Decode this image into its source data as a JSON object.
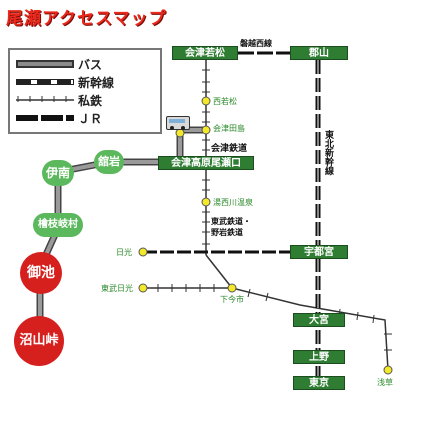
{
  "title": "尾瀬アクセスマップ",
  "legend": [
    {
      "label": "バス",
      "icon": "bus-line-swatch"
    },
    {
      "label": "新幹線",
      "icon": "shinkansen-line-swatch"
    },
    {
      "label": "私鉄",
      "icon": "private-railway-swatch"
    },
    {
      "label": "ＪＲ",
      "icon": "jr-line-swatch"
    }
  ],
  "stations": {
    "aizu_wakamatsu": "会津若松",
    "koriyama": "郡山",
    "aizu_kogen": "会津高原尾瀬口",
    "utsunomiya": "宇都宮",
    "omiya": "大宮",
    "ueno": "上野",
    "tokyo": "東京"
  },
  "small_stations": {
    "nishiwakamatsu": "西若松",
    "aizu_tajima": "会津田島",
    "yunishigawa": "湯西川温泉",
    "nikko": "日光",
    "tobu_nikko": "東武日光",
    "shimoimaichi": "下今市",
    "asakusa": "浅草"
  },
  "line_labels": {
    "banetsu_west": "磐越西線",
    "aizu_railway": "会津鉄道",
    "tobu_yagan": "東武鉄道・野岩鉄道",
    "tohoku_shinkansen": "東北新幹線"
  },
  "bus_stops": {
    "tateiwa": "舘岩",
    "inan": "伊南",
    "hinoemata": "檜枝岐村",
    "miike": "御池",
    "numayamatoge": "沼山峠"
  },
  "colors": {
    "title": "#e8291c",
    "station_green": "#2e7d32",
    "bus_green": "#5cb85c",
    "bubble_red": "#d6201e",
    "jr_black": "#111111",
    "bus_gray": "#8a8a8a"
  }
}
